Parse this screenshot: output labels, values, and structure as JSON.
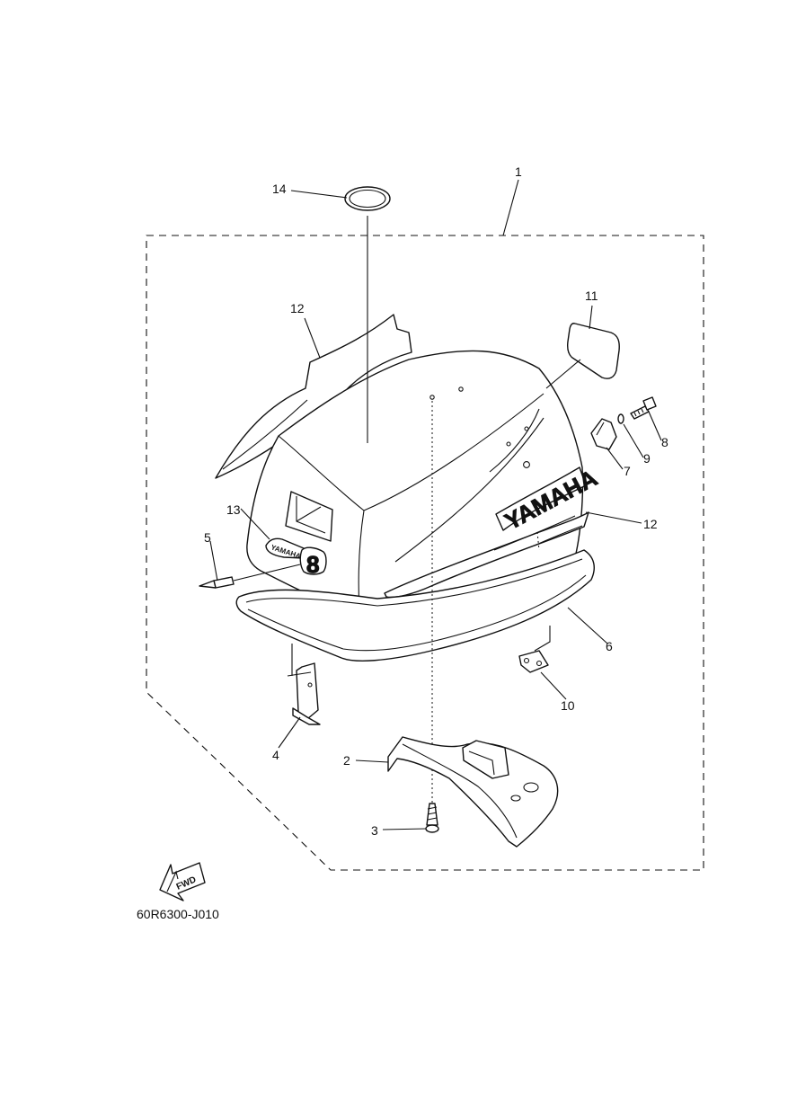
{
  "diagram": {
    "code": "60R6300-J010",
    "fwd_text": "FWD",
    "cowling_logo": "YAMAHA",
    "emblem_logo": "YAMAHA",
    "model_number": "8",
    "callouts": [
      "1",
      "2",
      "3",
      "4",
      "5",
      "6",
      "7",
      "8",
      "9",
      "10",
      "11",
      "12",
      "12",
      "13",
      "14"
    ]
  }
}
